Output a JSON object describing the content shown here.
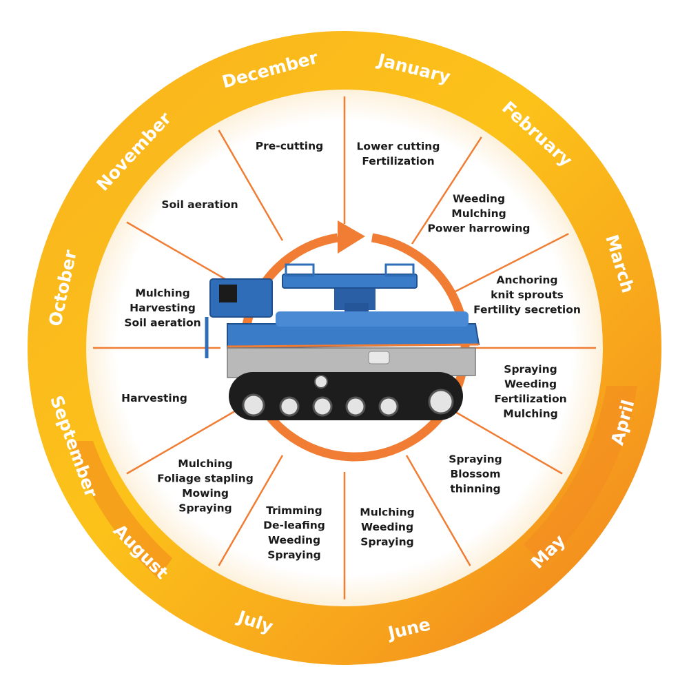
{
  "diagram": {
    "months": [
      "January",
      "February",
      "March",
      "April",
      "May",
      "June",
      "July",
      "August",
      "September",
      "October",
      "November",
      "December"
    ],
    "segments": [
      {
        "lines": [
          "Lower cutting",
          "Fertilization"
        ]
      },
      {
        "lines": [
          "Weeding",
          "Mulching",
          "Power harrowing"
        ]
      },
      {
        "lines": [
          "Anchoring",
          "knit sprouts",
          "Fertility secretion"
        ]
      },
      {
        "lines": [
          "Spraying",
          "Weeding",
          "Fertilization",
          "Mulching"
        ]
      },
      {
        "lines": [
          "Spraying",
          "Blossom",
          "thinning"
        ]
      },
      {
        "lines": [
          "Mulching",
          "Weeding",
          "Spraying"
        ]
      },
      {
        "lines": [
          "Trimming",
          "De-leafing",
          "Weeding",
          "Spraying"
        ]
      },
      {
        "lines": [
          "Mulching",
          "Foliage stapling",
          "Mowing",
          "Spraying"
        ]
      },
      {
        "lines": [
          "Harvesting"
        ]
      },
      {
        "lines": [
          "Mulching",
          "Harvesting",
          "Soil aeration"
        ]
      },
      {
        "lines": [
          "Soil aeration"
        ]
      },
      {
        "lines": [
          "Pre-cutting"
        ]
      }
    ],
    "colors": {
      "ring_light": "#fcc21a",
      "ring_mid": "#f7a21c",
      "ring_dark": "#ef7a22",
      "divider": "#f07d33",
      "arrow": "#f07d33",
      "robot_body": "#2f6db8",
      "robot_track": "#1d1d1d"
    },
    "center_image": "robot-icon"
  }
}
